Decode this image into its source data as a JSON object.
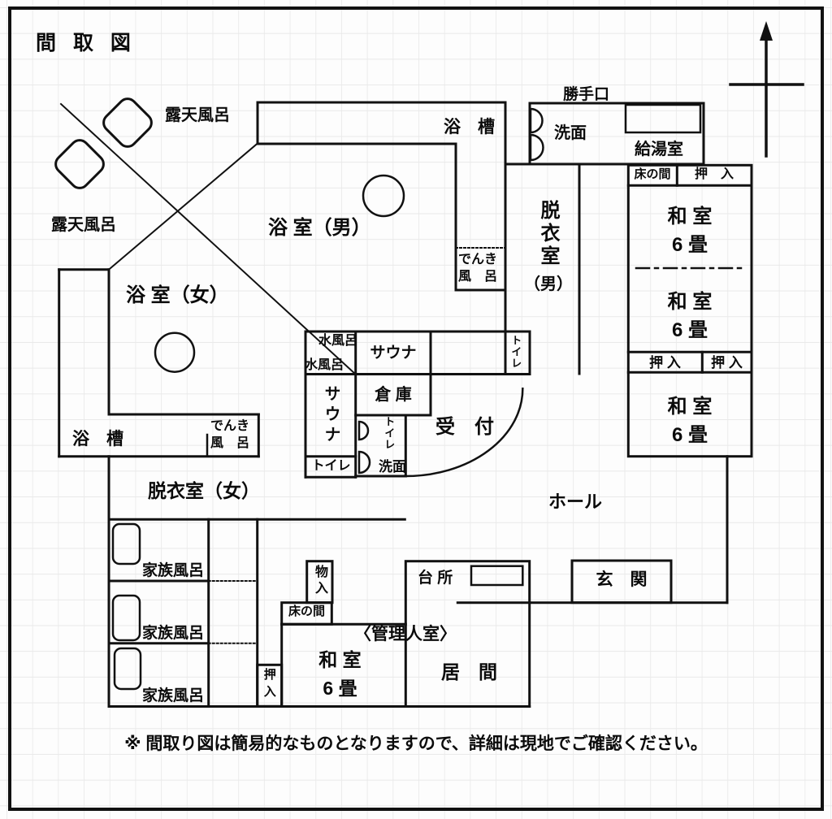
{
  "page": {
    "title": "間 取 図",
    "footnote": "※ 間取り図は簡易的なものとなりますので、詳細は現地でご確認ください。"
  },
  "outdoor": {
    "rotenburo_upper": "露天風呂",
    "rotenburo_lower": "露天風呂"
  },
  "baths": {
    "mens_room": "浴 室（男）",
    "mens_tub": "浴　槽",
    "mens_denki": "でんき\n風　呂",
    "womens_room": "浴 室（女）",
    "womens_tub": "浴　槽",
    "womens_denki": "でんき\n風　呂",
    "mizuburo_upper": "水風呂",
    "mizuburo_lower": "水風呂",
    "sauna_mens": "サウナ",
    "sauna_womens": "サウナ"
  },
  "changing": {
    "mens_main": "脱衣室",
    "mens_sub": "（男）",
    "womens": "脱衣室（女）",
    "toilet_mens": "トイレ",
    "toilet_womens": "トイレ"
  },
  "center_block": {
    "souko": "倉 庫",
    "toilet": "トイレ",
    "senmen": "洗面",
    "uketsuke": "受　付",
    "hall": "ホール"
  },
  "service": {
    "katteguchi": "勝手口",
    "senmen": "洗面",
    "kyutoshitsu": "給湯室"
  },
  "guest_rooms": {
    "tokonoma": "床の間",
    "oshiire_top": "押　入",
    "washitsu1": "和 室\n6 畳",
    "washitsu2": "和 室\n6 畳",
    "washitsu3": "和 室\n6 畳",
    "oshiire_left": "押 入",
    "oshiire_right": "押 入"
  },
  "family_baths": {
    "label1": "家族風呂",
    "label2": "家族風呂",
    "label3": "家族風呂"
  },
  "manager": {
    "title": "〈管理人室〉",
    "monoiri": "物入",
    "tokonoma": "床の間",
    "oshiire": "押入",
    "washitsu": "和 室\n6 畳",
    "ima": "居　間",
    "daidokoro": "台 所",
    "genkan": "玄　関"
  },
  "colors": {
    "wall": "#111111",
    "grid": "#e9e9e9",
    "background": "#fdfdfd"
  }
}
